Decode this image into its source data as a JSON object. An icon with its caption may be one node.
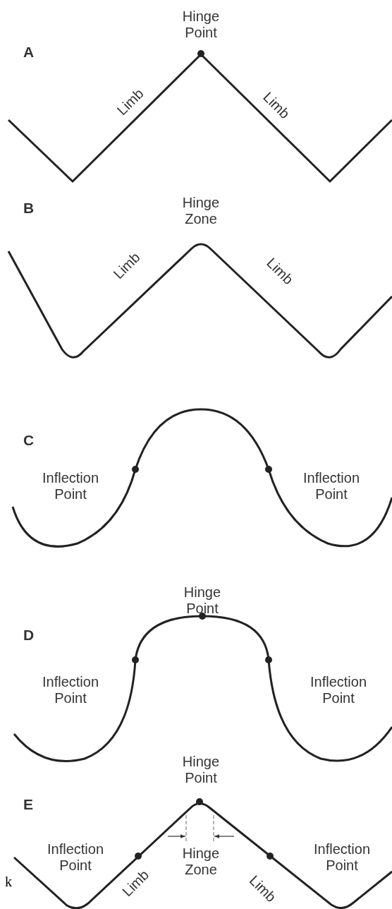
{
  "diagram": {
    "labels": [
      "A",
      "Hinge Point",
      "Limb",
      "Limb",
      "B",
      "Hinge Zone",
      "Limb",
      "Limb",
      "C",
      "Inflection Point",
      "Inflection Point",
      "D",
      "Hinge Point",
      "Inflection Point",
      "Inflection Point",
      "E",
      "Hinge Point",
      "Inflection Point",
      "Hinge Zone",
      "Inflection Point",
      "Limb",
      "Limb",
      "k"
    ]
  }
}
